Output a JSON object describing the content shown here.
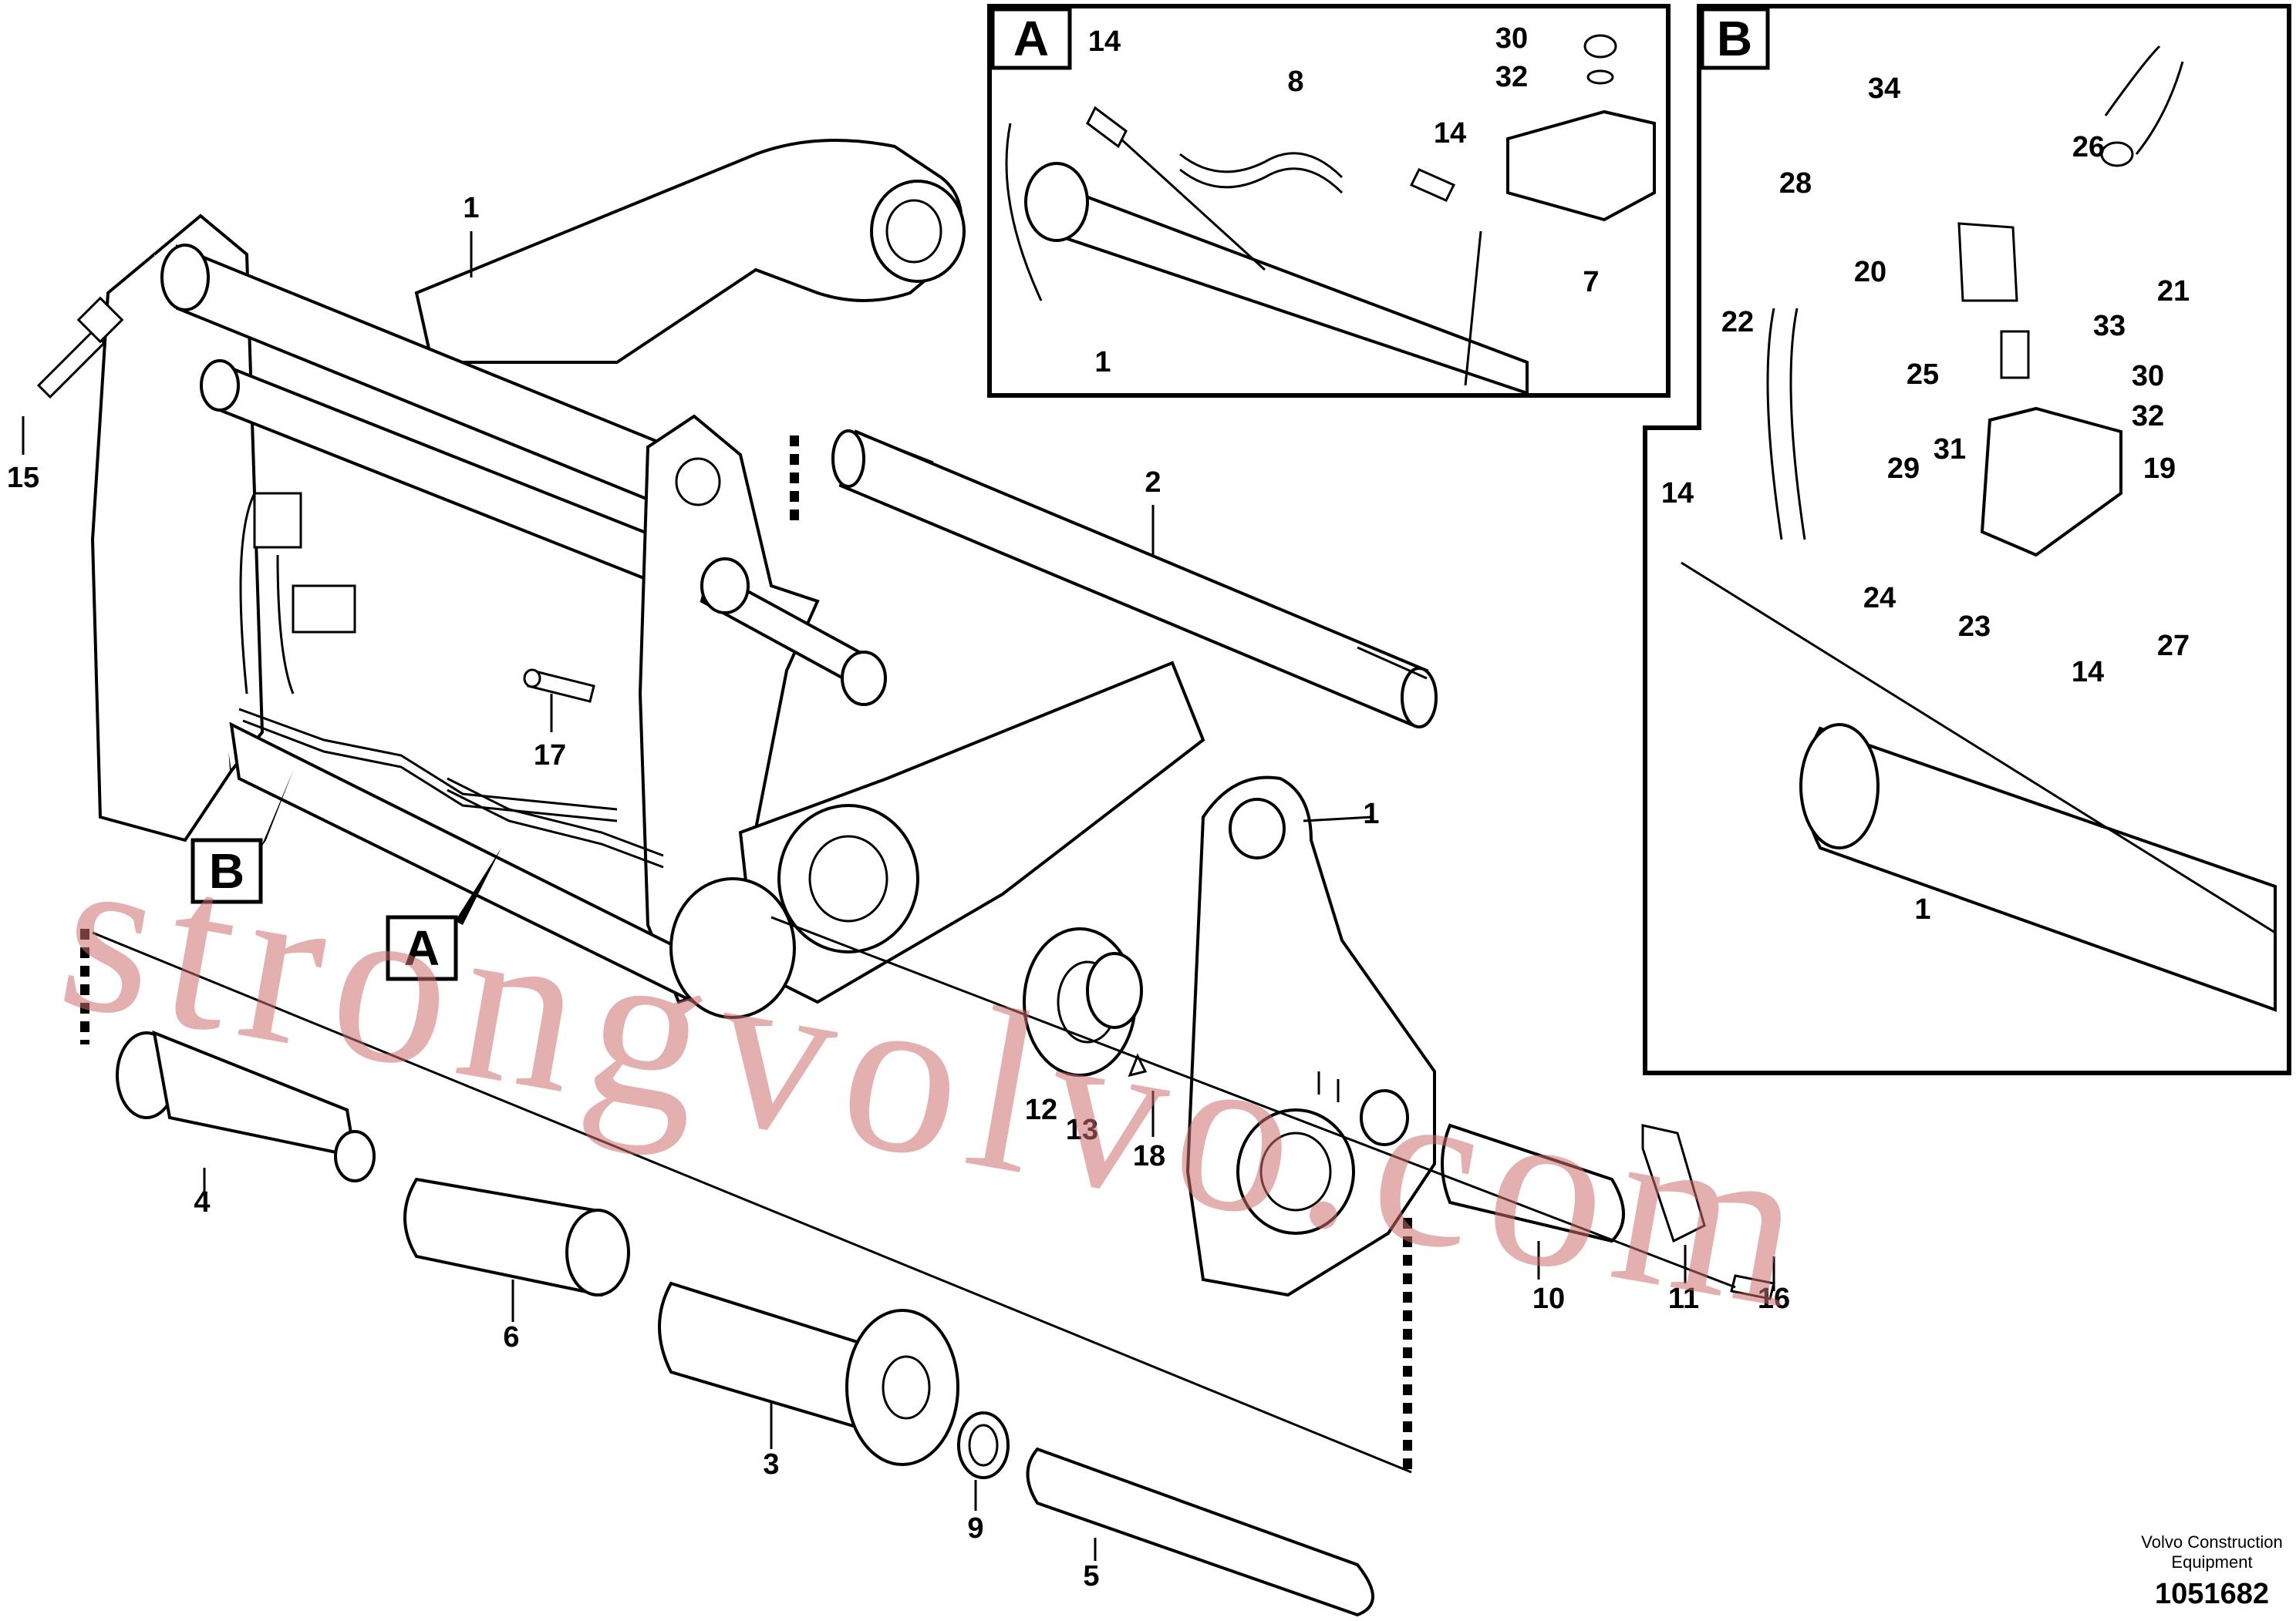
{
  "diagram": {
    "inset_a_label": "A",
    "inset_b_label": "B",
    "callout_a_label": "A",
    "callout_b_label": "B",
    "part_labels": {
      "p1a": "1",
      "p1b": "1",
      "p1c": "1",
      "p1d": "1",
      "p2": "2",
      "p3": "3",
      "p4": "4",
      "p5": "5",
      "p6": "6",
      "p7": "7",
      "p8": "8",
      "p9": "9",
      "p10": "10",
      "p11": "11",
      "p12": "12",
      "p13": "13",
      "p14a": "14",
      "p14b": "14",
      "p14c": "14",
      "p14d": "14",
      "p15": "15",
      "p16": "16",
      "p17": "17",
      "p18": "18",
      "p19": "19",
      "p20": "20",
      "p21": "21",
      "p22": "22",
      "p23": "23",
      "p24": "24",
      "p25": "25",
      "p26": "26",
      "p27": "27",
      "p28": "28",
      "p29": "29",
      "p30a": "30",
      "p30b": "30",
      "p31": "31",
      "p32a": "32",
      "p32b": "32",
      "p33": "33",
      "p34": "34"
    },
    "watermark": "strongvolvo.com",
    "publisher_line1": "Volvo Construction",
    "publisher_line2": "Equipment",
    "document_id": "1051682",
    "colors": {
      "line": "#000000",
      "watermark": "#cd6e6e",
      "background": "#ffffff"
    }
  }
}
